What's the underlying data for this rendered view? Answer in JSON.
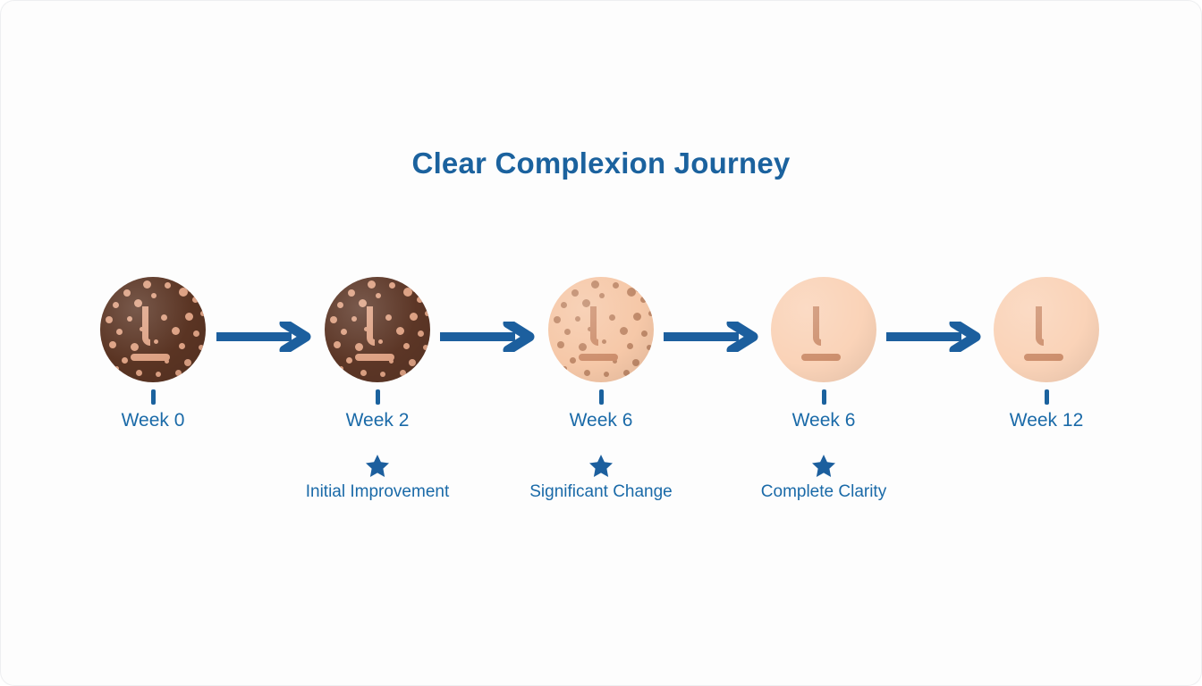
{
  "header": {
    "title": "Clear Complexion Journey"
  },
  "theme": {
    "background": "#fdfdfd",
    "accent_blue": "#1b629e",
    "label_blue": "#1a6aa8",
    "arrow_blue": "#1c5f9e"
  },
  "timeline": {
    "arrow_icon": "arrow-right-icon",
    "tick_icon": "tick-mark-icon",
    "milestone_icon": "star-icon",
    "stages": [
      {
        "label": "Week 0",
        "skin_color": "#5a3423",
        "spot_color": "#dda183",
        "feature_color": "#dda183",
        "spot_density": "high",
        "milestone": null
      },
      {
        "label": "Week 2",
        "skin_color": "#5c3626",
        "spot_color": "#dda183",
        "feature_color": "#dda183",
        "spot_density": "high",
        "milestone": "Initial Improvement"
      },
      {
        "label": "Week 6",
        "skin_color": "#f6c8a8",
        "spot_color": "#c08a6a",
        "feature_color": "#cd8f6d",
        "spot_density": "high",
        "milestone": "Significant Change"
      },
      {
        "label": "Week 6",
        "skin_color": "#fad3b8",
        "spot_color": "#fad3b8",
        "feature_color": "#cd8f6d",
        "spot_density": "none",
        "milestone": "Complete Clarity"
      },
      {
        "label": "Week 12",
        "skin_color": "#fad3b8",
        "spot_color": "#fad3b8",
        "feature_color": "#cd8f6d",
        "spot_density": "none",
        "milestone": null
      }
    ]
  }
}
